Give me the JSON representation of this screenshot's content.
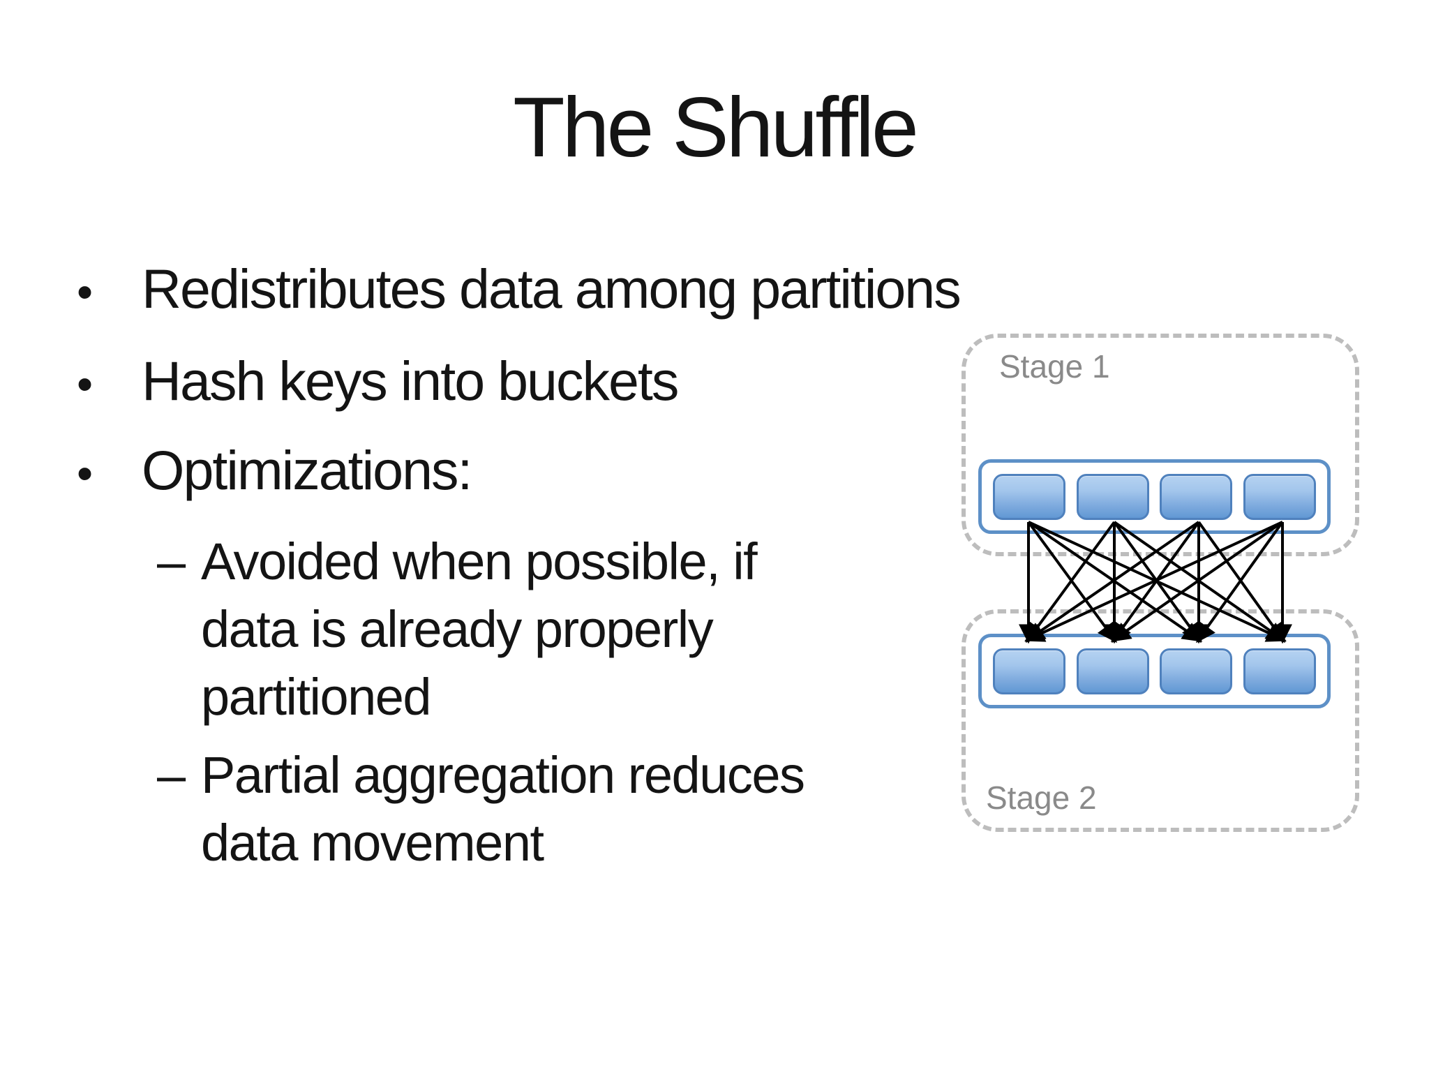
{
  "slide": {
    "title": "The Shuffle",
    "bullets": [
      {
        "marker": "•",
        "text": "Redistributes data among partitions"
      },
      {
        "marker": "•",
        "text": "Hash keys into buckets"
      },
      {
        "marker": "•",
        "text": "Optimizations:"
      },
      {
        "marker": "–",
        "text": "Avoided when possible, if\ndata is already properly\npartitioned"
      },
      {
        "marker": "–",
        "text": "Partial aggregation reduces\ndata movement"
      }
    ],
    "diagram": {
      "stage1_label": "Stage 1",
      "stage2_label": "Stage 2",
      "partitions_per_stage": 4,
      "arrow_count": 16,
      "colors": {
        "partition_box_top": "#AECDF0",
        "partition_box_bottom": "#6198D4",
        "partition_box_border": "#4F81BD",
        "container_border": "#5D90C7",
        "stage_dashed_border": "#BDBDBD",
        "stage_label_text": "#8A8A8A",
        "arrow": "#000000"
      }
    }
  }
}
